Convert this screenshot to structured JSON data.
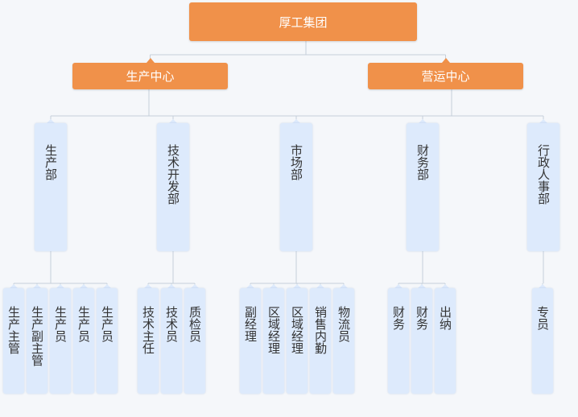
{
  "root": {
    "label": "厚工集团"
  },
  "centers": [
    {
      "label": "生产中心"
    },
    {
      "label": "营运中心"
    }
  ],
  "departments": [
    {
      "label": "生产部",
      "roles": [
        "生产主管",
        "生产副主管",
        "生产员",
        "生产员",
        "生产员"
      ]
    },
    {
      "label": "技术开发部",
      "roles": [
        "技术主任",
        "技术员",
        "质检员"
      ]
    },
    {
      "label": "市场部",
      "roles": [
        "副经理",
        "区域经理",
        "区域经理",
        "销售内勤",
        "物流员"
      ]
    },
    {
      "label": "财务部",
      "roles": [
        "财务",
        "财务",
        "出纳"
      ]
    },
    {
      "label": "行政人事部",
      "roles": [
        "专员"
      ]
    }
  ],
  "colors": {
    "accent": "#f0914a",
    "node_fill": "#ddeafc",
    "line": "#c5cfda"
  }
}
